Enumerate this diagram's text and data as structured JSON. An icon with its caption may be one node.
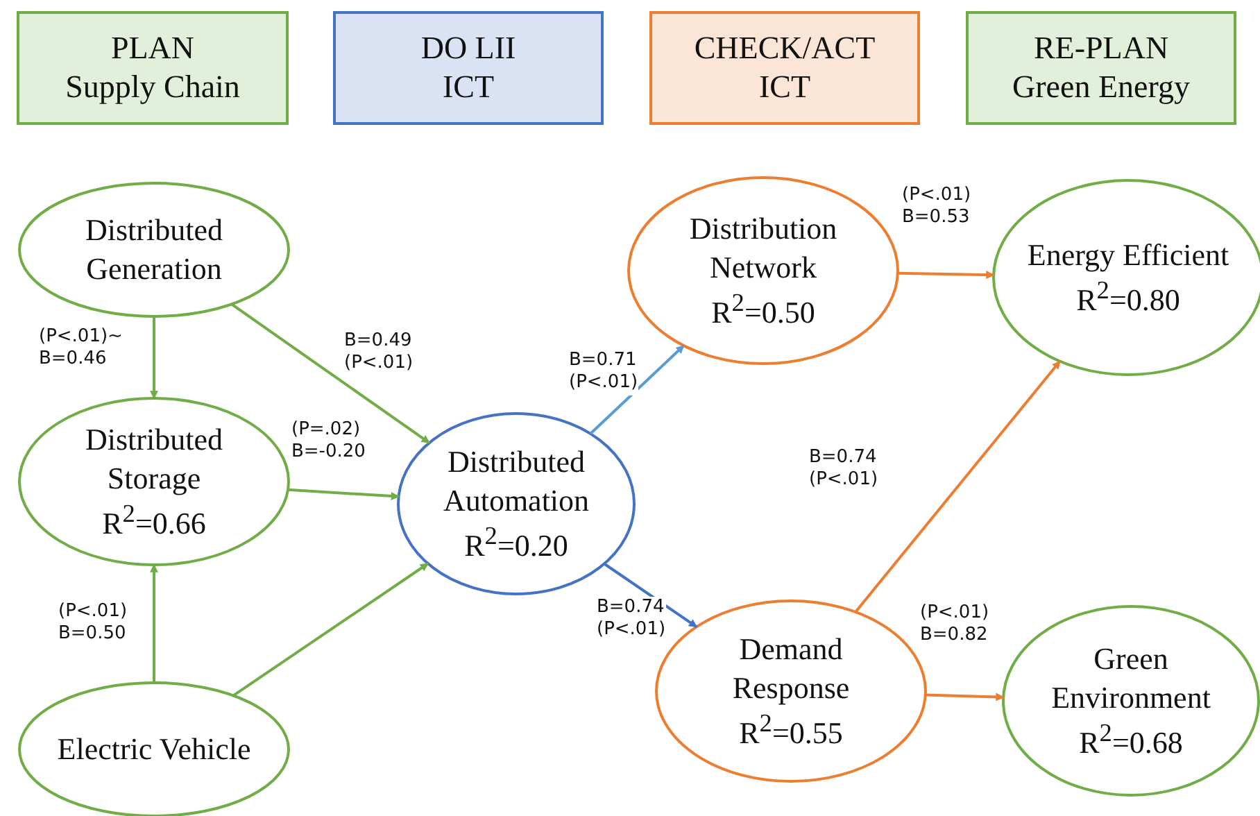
{
  "diagram": {
    "nodes": [
      {
        "text": [
          "PLAN",
          "Supply Chain"
        ]
      },
      {
        "text": [
          "DO LII",
          "ICT"
        ]
      },
      {
        "text": [
          "CHECK/ACT",
          "ICT"
        ]
      },
      {
        "text": [
          "RE-PLAN",
          "Green Energy"
        ]
      },
      {
        "text": [
          "Distributed Generation"
        ]
      },
      {
        "text": [
          "Distributed Storage",
          "R$^{2}$=0.66"
        ]
      },
      {
        "text": [
          "Electric Vehicle"
        ]
      },
      {
        "text": [
          "Distributed Automation",
          "R$^{2}$=0.20"
        ]
      },
      {
        "text": [
          "Distribution Network",
          "R$^{2}$=0.50"
        ]
      },
      {
        "text": [
          "Demand Response",
          "R$^{2}$=0.55"
        ]
      },
      {
        "text": [
          "Energy Efficient",
          "R$^{2}$=0.80"
        ]
      },
      {
        "text": [
          "Green Environment",
          "R$^{2}$=0.68"
        ]
      }
    ],
    "edges": [
      {
        "from": 4,
        "to": 5,
        "arrow": "to",
        "label": "(P<.01)~ B=0.46"
      },
      {
        "from": 4,
        "to": 7,
        "arrow": "to",
        "label": "B=0.49 (P<.01)"
      },
      {
        "from": 5,
        "to": 7,
        "arrow": "to",
        "label": "(P=.02) B=-0.20"
      },
      {
        "from": 6,
        "to": 5,
        "arrow": "to",
        "label": "(P<.01) B=0.50"
      },
      {
        "from": 6,
        "to": 7,
        "arrow": "to"
      },
      {
        "from": 7,
        "to": 8,
        "arrow": "to",
        "label": "B=0.71 (P<.01)",
        "color": "#5b9bd5"
      },
      {
        "from": 7,
        "to": 9,
        "arrow": "to",
        "label": "B=0.74 (P<.01)",
        "color": "#4472c4"
      },
      {
        "from": 8,
        "to": 10,
        "arrow": "to",
        "label": "(P<.01) B=0.53",
        "color": "#ed7d31"
      },
      {
        "from": 9,
        "to": 10,
        "arrow": "to",
        "label": "B=0.74 (P<.01)",
        "color": "#ed7d31"
      },
      {
        "from": 9,
        "to": 11,
        "arrow": "to",
        "label": "(P<.01) B=0.82",
        "color": "#ed7d31"
      }
    ]
  }
}
